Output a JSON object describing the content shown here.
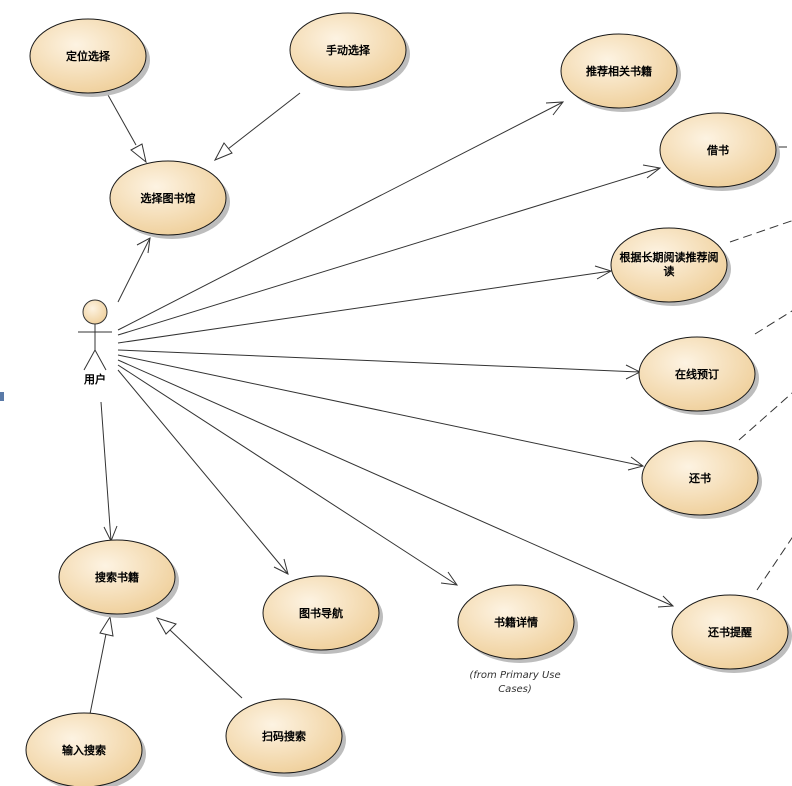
{
  "actor": {
    "label": "用户"
  },
  "use_cases": {
    "location_select": "定位选择",
    "manual_select": "手动选择",
    "select_library": "选择图书馆",
    "recommend_related": "推荐相关书籍",
    "borrow": "借书",
    "recommend_by_history": [
      "根据长期阅读推荐阅",
      "读"
    ],
    "online_reserve": "在线预订",
    "return_book": "还书",
    "return_reminder": "还书提醒",
    "search_books": "搜索书籍",
    "book_navigation": "图书导航",
    "book_details": "书籍详情",
    "input_search": "输入搜索",
    "scan_search": "扫码搜索"
  },
  "notes": {
    "book_details_origin": [
      "(from Primary Use",
      "Cases)"
    ]
  },
  "colors": {
    "usecase_fill_light": "#fdf3e2",
    "usecase_fill_dark": "#efcf9a",
    "stroke": "#1a1a1a",
    "line": "#333333"
  }
}
